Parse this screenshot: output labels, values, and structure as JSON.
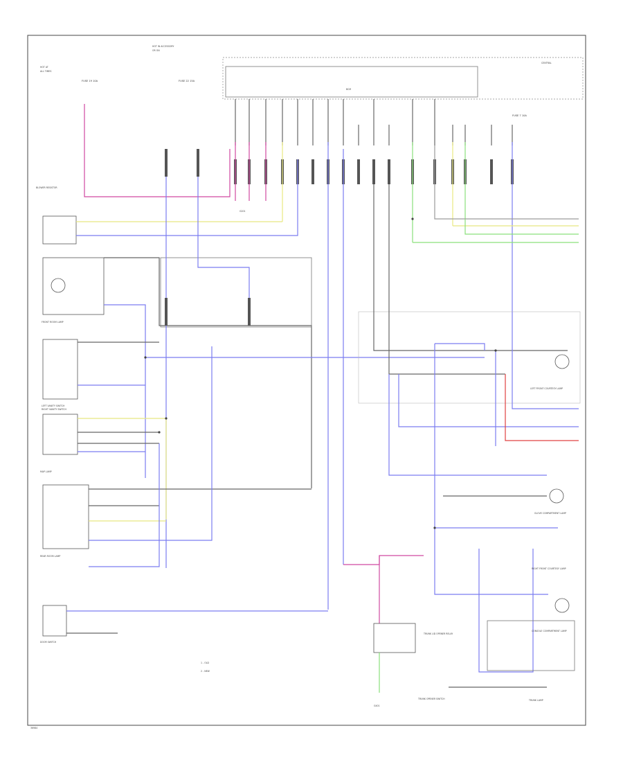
{
  "figure_id": "36984",
  "labels": {
    "blower_resistor": "BLOWER RESISTOR",
    "front_room_lamp": "FRONT ROOM LAMP",
    "map_lamp": "MAP LAMP",
    "left_vanity_switch": "LEFT VANITY SWITCH",
    "right_vanity_switch": "RIGHT VANITY SWITCH",
    "rear_room_lamp": "REAR ROOM LAMP",
    "door_switch": "DOOR SWITCH",
    "trunk_opener_switch": "TRUNK OPENER SWITCH",
    "bcm": "BODY CONTROL MODULE",
    "left_front_courtesy_lamp": "LEFT FRONT COURTESY LAMP",
    "glove_compartment_lamp": "GLOVE COMPARTMENT LAMP",
    "right_front_courtesy_lamp": "RIGHT FRONT COURTESY LAMP",
    "console_lamp": "CONSOLE COMPARTMENT LAMP",
    "trunk_lamp": "TRUNK LAMP",
    "relay": "TRUNK LID OPENER RELAY",
    "ground_top": "G201",
    "ground_bottom": "G401",
    "fuse_a": "FUSE 19 10A",
    "fuse_b": "FUSE 22 15A",
    "fuse_c": "FUSE 7 10A",
    "legend_1": "1 - OLD",
    "legend_2": "2 - NEW"
  }
}
